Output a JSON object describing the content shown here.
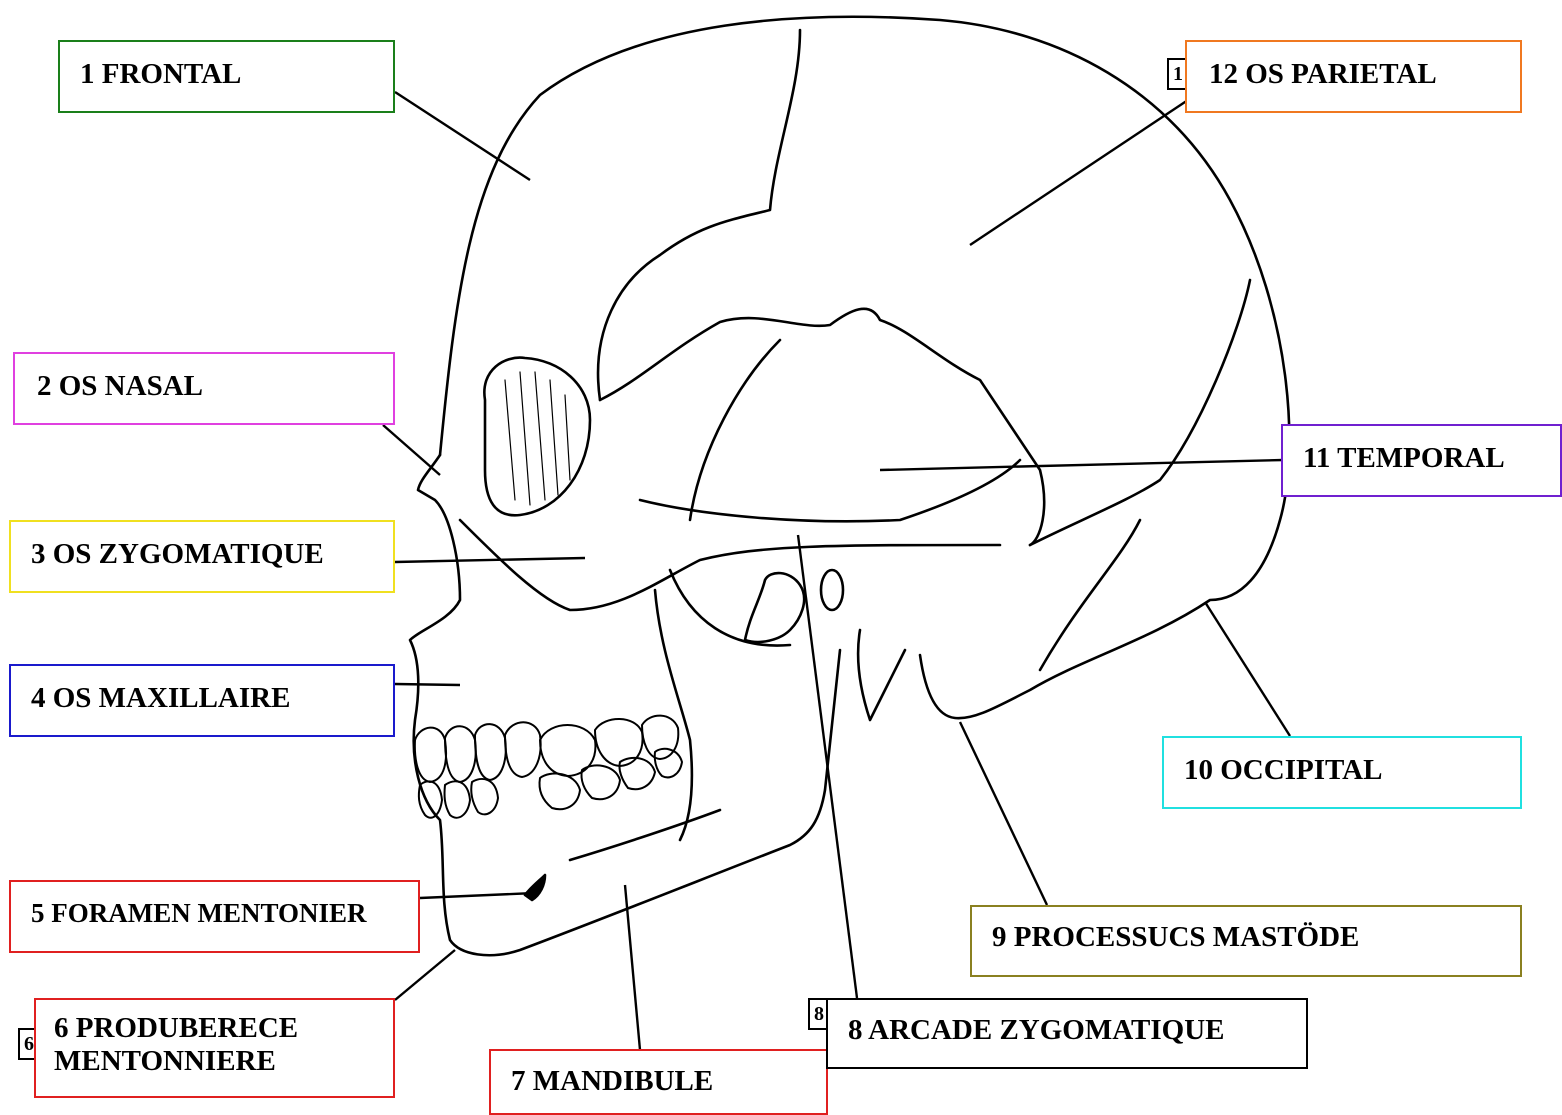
{
  "labels": [
    {
      "id": "frontal",
      "text": "1 FRONTAL",
      "color": "#1a7f1a"
    },
    {
      "id": "nasal",
      "text": "2 OS NASAL",
      "color": "#e040e0"
    },
    {
      "id": "zygomatique",
      "text": "3 OS ZYGOMATIQUE",
      "color": "#f0e020"
    },
    {
      "id": "maxillaire",
      "text": "4 OS MAXILLAIRE",
      "color": "#1a1acc"
    },
    {
      "id": "foramen",
      "text": "5 FORAMEN MENTONIER",
      "color": "#e02020"
    },
    {
      "id": "protuberance",
      "text_line1": "6  PRODUBERECE",
      "text_line2": "MENTONNIERE",
      "color": "#e02020"
    },
    {
      "id": "mandibule",
      "text": "7  MANDIBULE",
      "color": "#e02020"
    },
    {
      "id": "arcade",
      "text": "8 ARCADE ZYGOMATIQUE",
      "color": "#000000"
    },
    {
      "id": "mastoide",
      "text": "9  PROCESSUCS  MASTÖDE",
      "color": "#8a8020"
    },
    {
      "id": "occipital",
      "text": "10  OCCIPITAL",
      "color": "#20e0e0"
    },
    {
      "id": "temporal",
      "text": "11   TEMPORAL",
      "color": "#7020d0"
    },
    {
      "id": "parietal",
      "text": "12 OS PARIETAL",
      "color": "#f07820"
    }
  ],
  "ref_tags": [
    {
      "id": "tag-1",
      "text": "1"
    },
    {
      "id": "tag-6",
      "text": "6"
    },
    {
      "id": "tag-8",
      "text": "8"
    }
  ]
}
